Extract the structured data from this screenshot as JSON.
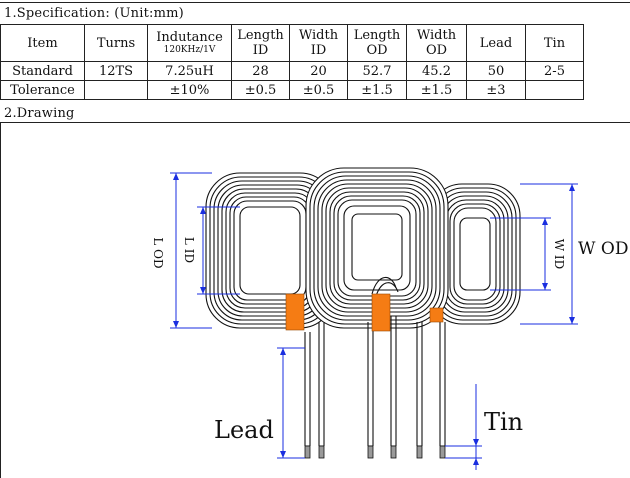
{
  "spec_section_title": "1.Specification:  (Unit:mm)",
  "drawing_section_title": "2.Drawing",
  "table": {
    "headers": [
      {
        "line1": "Item",
        "line2": ""
      },
      {
        "line1": "Turns",
        "line2": ""
      },
      {
        "line1": "Indutance",
        "line2": "120KHz/1V"
      },
      {
        "line1": "Length",
        "line2": "ID"
      },
      {
        "line1": "Width",
        "line2": "ID"
      },
      {
        "line1": "Length",
        "line2": "OD"
      },
      {
        "line1": "Width",
        "line2": "OD"
      },
      {
        "line1": "Lead",
        "line2": ""
      },
      {
        "line1": "Tin",
        "line2": ""
      }
    ],
    "rows": [
      [
        "Standard",
        "12TS",
        "7.25uH",
        "28",
        "20",
        "52.7",
        "45.2",
        "50",
        "2-5"
      ],
      [
        "Tolerance",
        "",
        "±10%",
        "±0.5",
        "±0.5",
        "±1.5",
        "±1.5",
        "±3",
        ""
      ]
    ]
  },
  "drawing": {
    "label_l_od": "L OD",
    "label_l_id": "L ID",
    "label_w_id": "W ID",
    "label_w_od": "W OD",
    "label_lead": "Lead",
    "label_tin": "Tin",
    "colors": {
      "line": "#111111",
      "dimension": "#1a2ee0",
      "tape": "#f57c14",
      "tin": "#9a9a9a"
    }
  }
}
